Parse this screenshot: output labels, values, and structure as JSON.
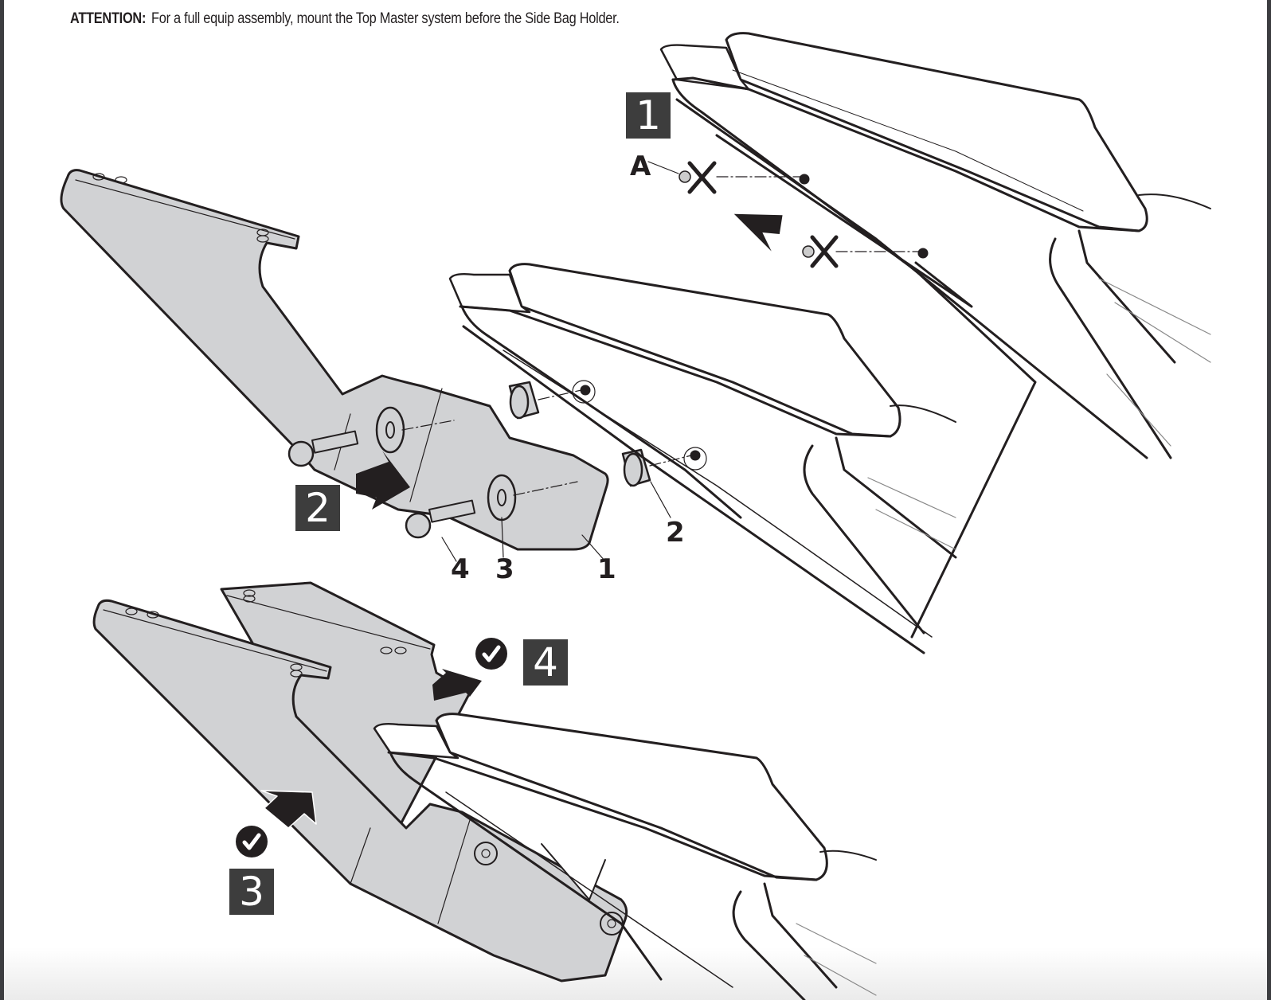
{
  "notice": {
    "label": "ATTENTION:",
    "text": "For a full equip assembly, mount the Top Master system before the Side Bag Holder."
  },
  "steps": [
    {
      "number": "1",
      "action": "remove-screws"
    },
    {
      "number": "2",
      "action": "mount-bracket"
    },
    {
      "number": "3",
      "action": "check-left-fit",
      "checked": true
    },
    {
      "number": "4",
      "action": "check-top-fit",
      "checked": true
    }
  ],
  "part_labels": {
    "a": "A",
    "p1": "1",
    "p2": "2",
    "p3": "3",
    "p4": "4"
  },
  "icons": {
    "remove_marker": "x-cross-icon",
    "check": "check-circle-icon",
    "direction": "arrow-icon"
  },
  "colors": {
    "badge_bg": "#3d3d3d",
    "part_fill": "#d1d2d4",
    "line": "#231f20"
  }
}
